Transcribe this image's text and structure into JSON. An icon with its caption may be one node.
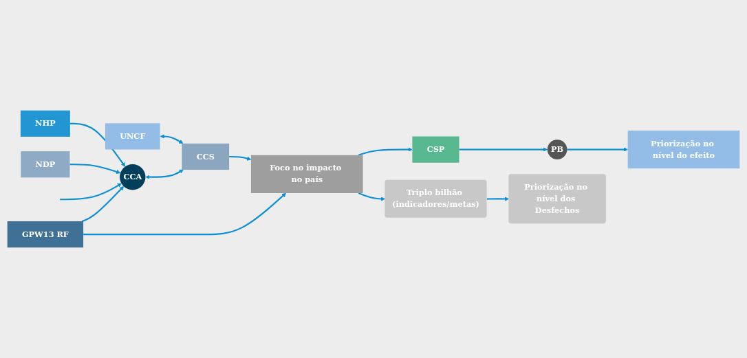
{
  "diagram": {
    "nodes": [
      {
        "text": [
          "NHP"
        ]
      },
      {
        "text": [
          "NDP"
        ]
      },
      {
        "text": [
          "UNCF"
        ]
      },
      {
        "text": [
          "CCA"
        ]
      },
      {
        "text": [
          "CCS"
        ]
      },
      {
        "text": [
          "GPW13 RF"
        ]
      },
      {
        "text": [
          "Foco no impacto no país"
        ]
      },
      {
        "text": [
          "CSP"
        ]
      },
      {
        "text": [
          "Triplo bilhão (indicadores/metas)"
        ]
      },
      {
        "text": [
          "PB"
        ]
      },
      {
        "text": [
          "Priorização no nível dos Desfechos"
        ]
      },
      {
        "text": [
          "Priorização no nível do efeito"
        ]
      }
    ],
    "edges": [
      {
        "from": 0,
        "to": 3,
        "arrow": "to"
      },
      {
        "from": 1,
        "to": 3,
        "arrow": "to"
      },
      {
        "from": null,
        "to": 3,
        "arrow": "to"
      },
      {
        "from": 2,
        "to": 4,
        "arrow": "both"
      },
      {
        "from": 3,
        "to": 4,
        "arrow": "both"
      },
      {
        "from": 4,
        "to": 6,
        "arrow": "to"
      },
      {
        "from": 5,
        "to": 3,
        "arrow": "to"
      },
      {
        "from": 5,
        "to": 6,
        "arrow": "to"
      },
      {
        "from": 6,
        "to": 7,
        "arrow": "to"
      },
      {
        "from": 6,
        "to": 8,
        "arrow": "to"
      },
      {
        "from": 8,
        "to": 10,
        "arrow": "to"
      },
      {
        "from": 7,
        "to": 9,
        "arrow": "to"
      },
      {
        "from": 9,
        "to": 11,
        "arrow": "to"
      }
    ]
  }
}
